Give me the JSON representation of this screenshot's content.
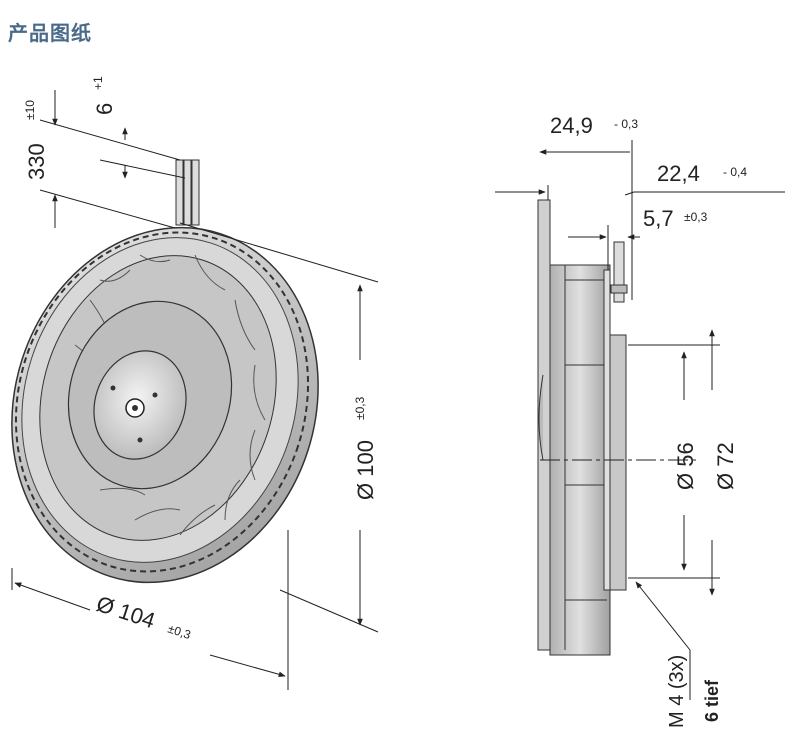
{
  "header": {
    "title": "产品图纸"
  },
  "left_view": {
    "cable_length": "330",
    "cable_length_tol": "±10",
    "lead_strip": "6",
    "lead_strip_tol": "+1",
    "height_dia": "Ø 100",
    "height_tol": "±0,3",
    "width_dia": "Ø 104",
    "width_tol": "±0,3"
  },
  "right_view": {
    "depth_1": "24,9",
    "depth_1_tol": "- 0,3",
    "depth_2": "22,4",
    "depth_2_tol": "- 0,4",
    "depth_3": "5,7",
    "depth_3_tol": "±0,3",
    "dia_inner": "Ø 56",
    "dia_outer": "Ø 72",
    "thread": "M 4 (3x)",
    "thread_depth": "6 tief"
  }
}
